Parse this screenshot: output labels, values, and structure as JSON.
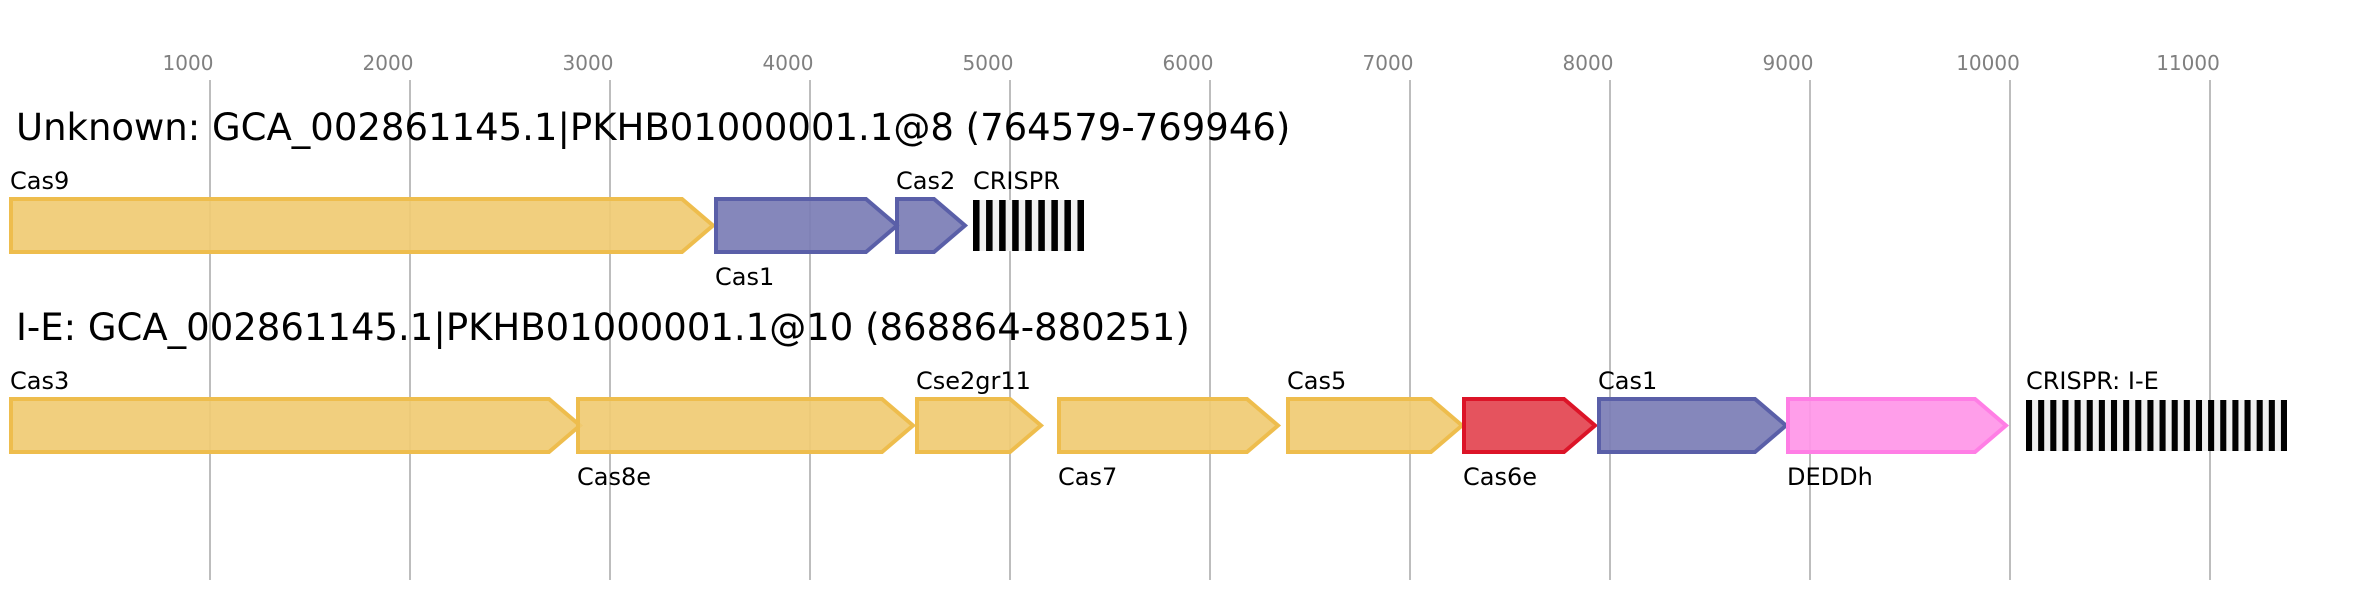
{
  "chart_data": {
    "type": "gene-map",
    "axis": {
      "ticks": [
        1000,
        2000,
        3000,
        4000,
        5000,
        6000,
        7000,
        8000,
        9000,
        10000,
        11000
      ],
      "tick_labels": [
        "1000",
        "2000",
        "3000",
        "4000",
        "5000",
        "6000",
        "7000",
        "8000",
        "9000",
        "10000",
        "11000"
      ],
      "range": [
        0,
        11850
      ],
      "grid": true,
      "position": "top"
    },
    "colors": {
      "other": {
        "fill": "#f0cb73",
        "stroke": "#eebd4d"
      },
      "adaptation": {
        "fill": "#7b7db5",
        "stroke": "#5a5fa8"
      },
      "cas6": {
        "fill": "#e34450",
        "stroke": "#dc1428"
      },
      "accessory": {
        "fill": "#ff96e8",
        "stroke": "#ff7ee5"
      },
      "crispr_bar": "#000000",
      "crispr_bg": "#f0f0f0"
    },
    "loci": [
      {
        "title": "Unknown: GCA_002861145.1|PKHB01000001.1@8 (764579-769946)",
        "genes": [
          {
            "name": "Cas9",
            "start": 0,
            "end": 3520,
            "category": "other",
            "label_pos": "above"
          },
          {
            "name": "Cas1",
            "start": 3525,
            "end": 4440,
            "category": "adaptation",
            "label_pos": "below"
          },
          {
            "name": "Cas2",
            "start": 4430,
            "end": 4780,
            "category": "adaptation",
            "label_pos": "above"
          }
        ],
        "crispr": {
          "name": "CRISPR",
          "start": 4815,
          "end": 5370,
          "repeats": 9
        }
      },
      {
        "title": "I-E: GCA_002861145.1|PKHB01000001.1@10 (868864-880251)",
        "genes": [
          {
            "name": "Cas3",
            "start": 0,
            "end": 2855,
            "category": "other",
            "label_pos": "above"
          },
          {
            "name": "Cas8e",
            "start": 2835,
            "end": 4520,
            "category": "other",
            "label_pos": "below"
          },
          {
            "name": "Cse2gr11",
            "start": 4530,
            "end": 5160,
            "category": "other",
            "label_pos": "above"
          },
          {
            "name": "Cas7",
            "start": 5240,
            "end": 6345,
            "category": "other",
            "label_pos": "below"
          },
          {
            "name": "Cas5",
            "start": 6385,
            "end": 7265,
            "category": "other",
            "label_pos": "above"
          },
          {
            "name": "Cas6e",
            "start": 7265,
            "end": 7930,
            "category": "cas6",
            "label_pos": "below"
          },
          {
            "name": "Cas1",
            "start": 7940,
            "end": 8885,
            "category": "adaptation",
            "label_pos": "above"
          },
          {
            "name": "DEDDh",
            "start": 8885,
            "end": 9985,
            "category": "accessory",
            "label_pos": "below"
          }
        ],
        "crispr": {
          "name": "CRISPR: I-E",
          "start": 10080,
          "end": 11385,
          "repeats": 22
        }
      }
    ]
  }
}
